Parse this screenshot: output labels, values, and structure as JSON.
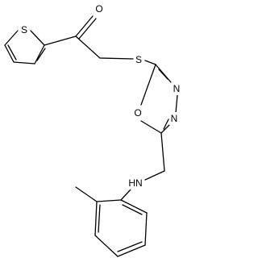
{
  "structure": {
    "atoms": {
      "O1": "O",
      "S1": "S",
      "S2": "S",
      "O2": "O",
      "N1": "N",
      "N2": "N",
      "NH": "HN"
    }
  },
  "colors": {
    "bond": "#000000",
    "label": "#000000",
    "background": "#ffffff"
  }
}
